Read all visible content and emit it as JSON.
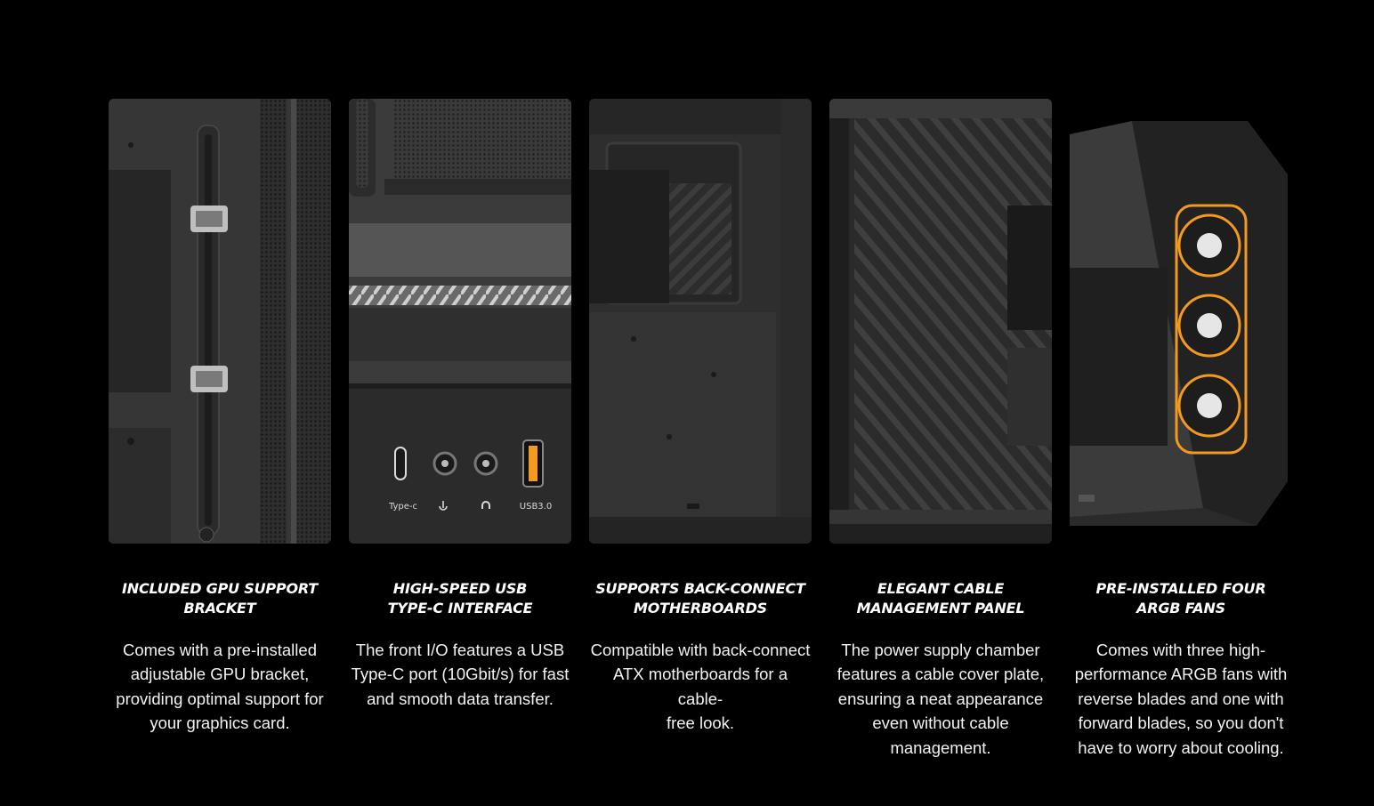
{
  "features": [
    {
      "title": "INCLUDED GPU SUPPORT\nBRACKET",
      "description": "Comes with a pre-installed\nadjustable GPU bracket,\nproviding optimal support for\nyour graphics card."
    },
    {
      "title": "HIGH-SPEED USB\nTYPE-C INTERFACE",
      "description": "The front I/O features a USB\nType-C port (10Gbit/s) for fast\nand smooth data transfer.",
      "ports": {
        "typec_label": "Type-c",
        "usb_label": "USB3.0"
      }
    },
    {
      "title": "SUPPORTS BACK-CONNECT\nMOTHERBOARDS",
      "description": "Compatible with back-connect\nATX motherboards for a cable-\nfree look."
    },
    {
      "title": "ELEGANT CABLE\nMANAGEMENT PANEL",
      "description": "The power supply chamber\nfeatures a cable cover plate,\nensuring a neat appearance\neven without cable\nmanagement."
    },
    {
      "title": "PRE-INSTALLED FOUR\nARGB FANS",
      "description": "Comes with three high-\nperformance ARGB fans with\nreverse blades and one with\nforward blades, so you don't\nhave to worry about cooling."
    }
  ],
  "colors": {
    "background": "#000000",
    "accent_orange": "#f39a1e",
    "panel_gray": "#3a3a3a"
  }
}
